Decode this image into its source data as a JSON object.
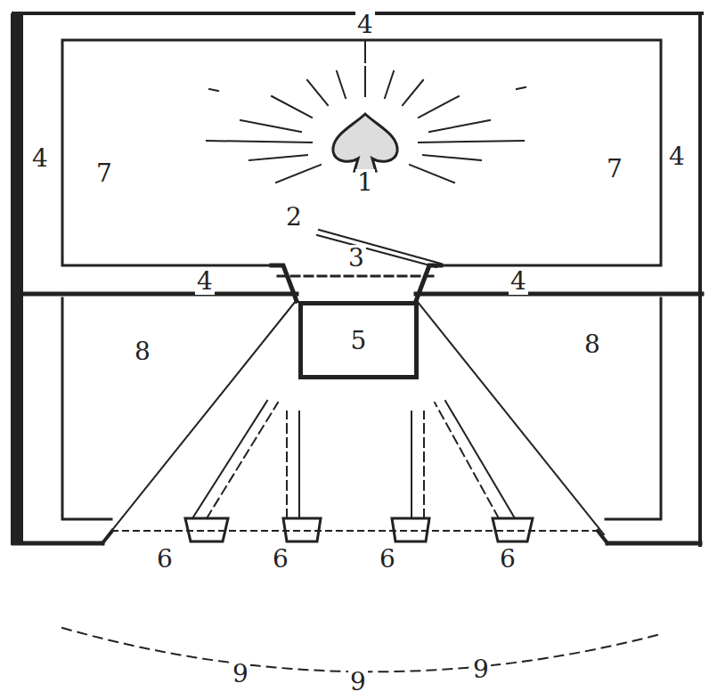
{
  "diagram": {
    "nodes": [
      {
        "text": [
          "5"
        ]
      }
    ],
    "labels": [
      "4",
      "4",
      "7",
      "1",
      "7",
      "4",
      "2",
      "3",
      "4",
      "4",
      "8",
      "8",
      "6",
      "6",
      "6",
      "6",
      "9",
      "9",
      "9"
    ]
  }
}
